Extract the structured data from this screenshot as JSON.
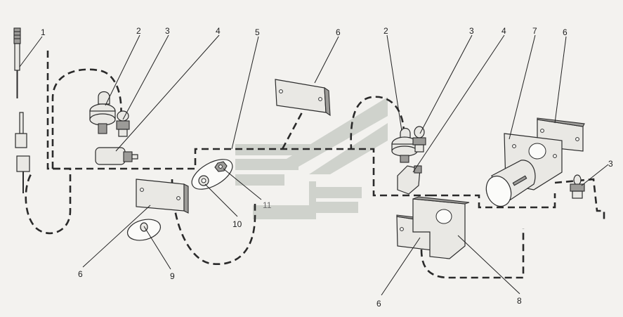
{
  "diagram": {
    "callouts": [
      {
        "id": "c1",
        "text": "1"
      },
      {
        "id": "c2a",
        "text": "2"
      },
      {
        "id": "c3a",
        "text": "3"
      },
      {
        "id": "c4a",
        "text": "4"
      },
      {
        "id": "c5",
        "text": "5"
      },
      {
        "id": "c6a",
        "text": "6"
      },
      {
        "id": "c2b",
        "text": "2"
      },
      {
        "id": "c3b",
        "text": "3"
      },
      {
        "id": "c4b",
        "text": "4"
      },
      {
        "id": "c7",
        "text": "7"
      },
      {
        "id": "c6b",
        "text": "6"
      },
      {
        "id": "c3c",
        "text": "3"
      },
      {
        "id": "c6c",
        "text": "6"
      },
      {
        "id": "c9",
        "text": "9"
      },
      {
        "id": "c10",
        "text": "10"
      },
      {
        "id": "c11",
        "text": "11"
      },
      {
        "id": "c6d",
        "text": "6"
      },
      {
        "id": "c8",
        "text": "8"
      }
    ]
  }
}
